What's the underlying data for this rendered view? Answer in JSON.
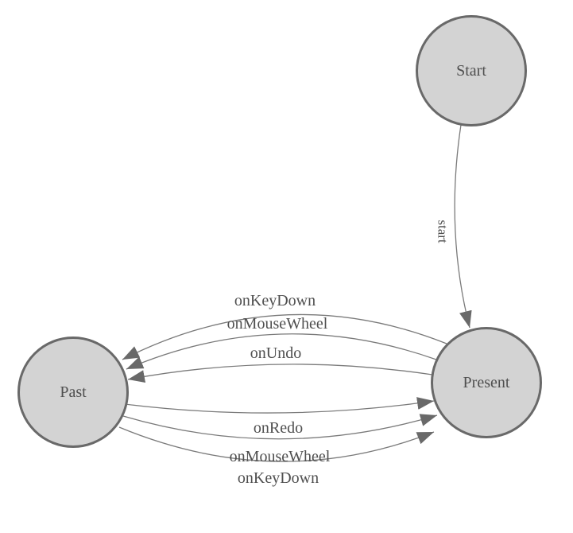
{
  "diagram": {
    "type": "state-machine",
    "nodes": [
      {
        "id": "start",
        "label": "Start"
      },
      {
        "id": "present",
        "label": "Present"
      },
      {
        "id": "past",
        "label": "Past"
      }
    ],
    "edges": [
      {
        "from": "Start",
        "to": "Present",
        "label": "start"
      },
      {
        "from": "Present",
        "to": "Past",
        "label": "onKeyDown"
      },
      {
        "from": "Present",
        "to": "Past",
        "label": "onMouseWheel"
      },
      {
        "from": "Present",
        "to": "Past",
        "label": "onUndo"
      },
      {
        "from": "Past",
        "to": "Present",
        "label": "onRedo"
      },
      {
        "from": "Past",
        "to": "Present",
        "label": "onMouseWheel"
      },
      {
        "from": "Past",
        "to": "Present",
        "label": "onKeyDown"
      }
    ],
    "colors": {
      "background": "#ffffff",
      "node_fill": "#d3d3d3",
      "node_border": "#696969",
      "edge_line": "#7a7a7a",
      "arrowhead": "#696969",
      "label_text": "#4f4f4f"
    }
  }
}
